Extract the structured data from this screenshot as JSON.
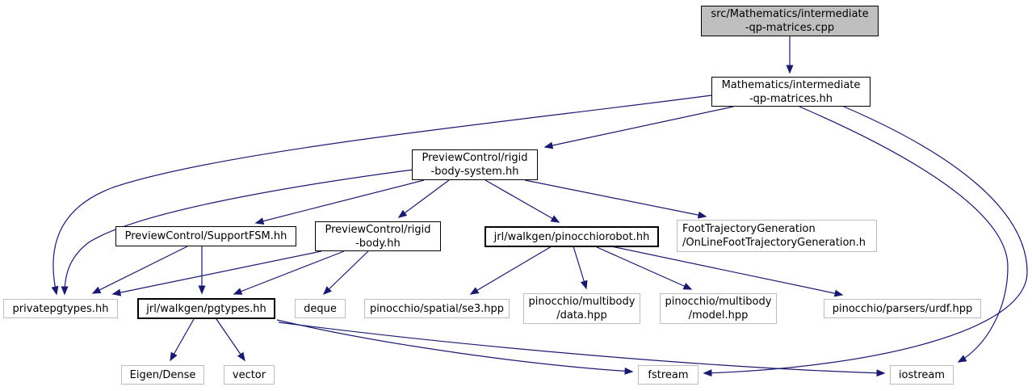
{
  "colors": {
    "edge": "#191970",
    "node_border": "#000000",
    "leaf_border": "#bdbdbd",
    "root_fill": "#bfbfbf",
    "node_fill": "#ffffff",
    "background": "#ffffff",
    "text": "#000000"
  },
  "graph": {
    "type": "include-dependency-graph",
    "nodes": [
      {
        "id": "cpp",
        "kind": "root",
        "lines": [
          "src/Mathematics/intermediate",
          "-qp-matrices.cpp"
        ]
      },
      {
        "id": "qp-hh",
        "kind": "node",
        "lines": [
          "Mathematics/intermediate",
          "-qp-matrices.hh"
        ]
      },
      {
        "id": "rigid-body-system",
        "kind": "node",
        "lines": [
          "PreviewControl/rigid",
          "-body-system.hh"
        ]
      },
      {
        "id": "supportfsm",
        "kind": "node",
        "lines": [
          "PreviewControl/SupportFSM.hh"
        ]
      },
      {
        "id": "rigid-body",
        "kind": "node",
        "lines": [
          "PreviewControl/rigid",
          "-body.hh"
        ]
      },
      {
        "id": "pinocchiorobot",
        "kind": "node",
        "lines": [
          "jrl/walkgen/pinocchiorobot.hh"
        ]
      },
      {
        "id": "foottraj",
        "kind": "leaf",
        "lines": [
          "FootTrajectoryGeneration",
          "/OnLineFootTrajectoryGeneration.h"
        ]
      },
      {
        "id": "privatepgtypes",
        "kind": "leaf",
        "lines": [
          "privatepgtypes.hh"
        ]
      },
      {
        "id": "pgtypes",
        "kind": "node",
        "lines": [
          "jrl/walkgen/pgtypes.hh"
        ]
      },
      {
        "id": "deque",
        "kind": "leaf",
        "lines": [
          "deque"
        ]
      },
      {
        "id": "se3",
        "kind": "leaf",
        "lines": [
          "pinocchio/spatial/se3.hpp"
        ]
      },
      {
        "id": "multibody-data",
        "kind": "leaf",
        "lines": [
          "pinocchio/multibody",
          "/data.hpp"
        ]
      },
      {
        "id": "multibody-model",
        "kind": "leaf",
        "lines": [
          "pinocchio/multibody",
          "/model.hpp"
        ]
      },
      {
        "id": "urdf",
        "kind": "leaf",
        "lines": [
          "pinocchio/parsers/urdf.hpp"
        ]
      },
      {
        "id": "eigen-dense",
        "kind": "leaf",
        "lines": [
          "Eigen/Dense"
        ]
      },
      {
        "id": "vector",
        "kind": "leaf",
        "lines": [
          "vector"
        ]
      },
      {
        "id": "fstream",
        "kind": "leaf",
        "lines": [
          "fstream"
        ]
      },
      {
        "id": "iostream",
        "kind": "leaf",
        "lines": [
          "iostream"
        ]
      }
    ],
    "edges": [
      {
        "from": "cpp",
        "to": "qp-hh"
      },
      {
        "from": "qp-hh",
        "to": "rigid-body-system"
      },
      {
        "from": "qp-hh",
        "to": "privatepgtypes"
      },
      {
        "from": "qp-hh",
        "to": "iostream"
      },
      {
        "from": "qp-hh",
        "to": "fstream"
      },
      {
        "from": "rigid-body-system",
        "to": "supportfsm"
      },
      {
        "from": "rigid-body-system",
        "to": "rigid-body"
      },
      {
        "from": "rigid-body-system",
        "to": "pinocchiorobot"
      },
      {
        "from": "rigid-body-system",
        "to": "foottraj"
      },
      {
        "from": "rigid-body-system",
        "to": "privatepgtypes"
      },
      {
        "from": "supportfsm",
        "to": "privatepgtypes"
      },
      {
        "from": "supportfsm",
        "to": "pgtypes"
      },
      {
        "from": "rigid-body",
        "to": "privatepgtypes"
      },
      {
        "from": "rigid-body",
        "to": "pgtypes"
      },
      {
        "from": "rigid-body",
        "to": "deque"
      },
      {
        "from": "pinocchiorobot",
        "to": "se3"
      },
      {
        "from": "pinocchiorobot",
        "to": "multibody-data"
      },
      {
        "from": "pinocchiorobot",
        "to": "multibody-model"
      },
      {
        "from": "pinocchiorobot",
        "to": "urdf"
      },
      {
        "from": "pgtypes",
        "to": "eigen-dense"
      },
      {
        "from": "pgtypes",
        "to": "vector"
      },
      {
        "from": "pgtypes",
        "to": "fstream"
      },
      {
        "from": "pgtypes",
        "to": "iostream"
      }
    ]
  }
}
